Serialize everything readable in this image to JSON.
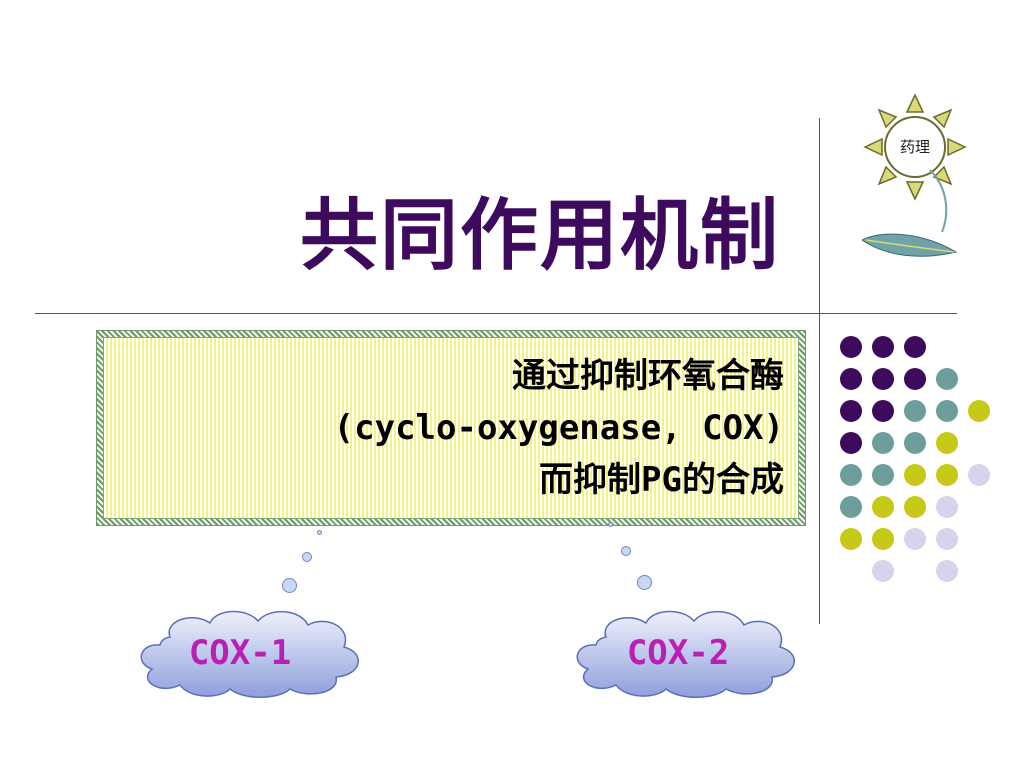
{
  "logo": {
    "text": "药理"
  },
  "title": "共同作用机制",
  "callout": {
    "lines": [
      "通过抑制环氧合酶",
      "(cyclo-oxygenase, COX)",
      "而抑制PG的合成"
    ]
  },
  "clouds": [
    {
      "label": "COX-1"
    },
    {
      "label": "COX-2"
    }
  ],
  "colors": {
    "title": "#3d0a5e",
    "cloud_text": "#b91fb3",
    "dot_purple": "#3d0a5e",
    "dot_teal": "#6f9c9c",
    "dot_olive": "#c6c916",
    "dot_lavender": "#d5d4ea"
  }
}
